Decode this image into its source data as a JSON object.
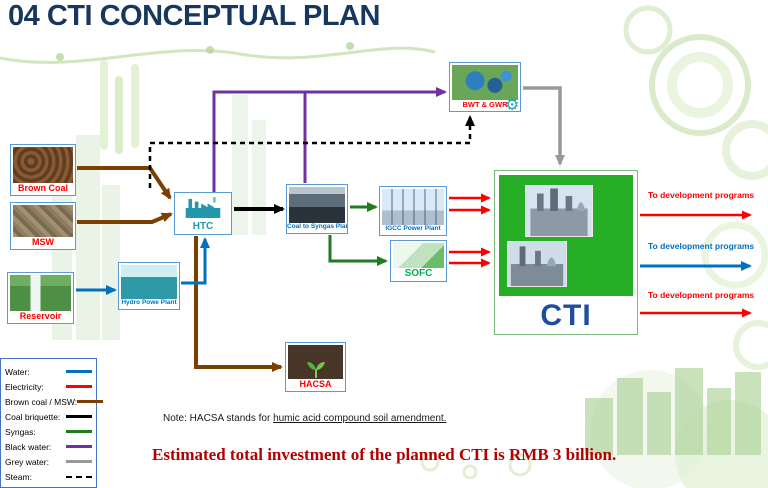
{
  "title": "04 CTI CONCEPTUAL PLAN",
  "nodes": {
    "brown_coal": {
      "label": "Brown Coal"
    },
    "msw": {
      "label": "MSW"
    },
    "reservoir": {
      "label": "Reservoir"
    },
    "hydro": {
      "label": "Hydro Powe Plant"
    },
    "htc": {
      "label": "HTC"
    },
    "coal_to_syngas": {
      "label": "Coal to Syngas Plant"
    },
    "igcc": {
      "label": "IGCC Power Plant"
    },
    "sofc": {
      "label": "SOFC"
    },
    "bwt_gwr": {
      "label": "BWT & GWR"
    },
    "hacsa": {
      "label": "HACSA"
    },
    "cti": {
      "label": "CTI"
    }
  },
  "outputs": [
    {
      "label": "To development  programs",
      "color": "#ff0000"
    },
    {
      "label": "To development  programs",
      "color": "#0070c0"
    },
    {
      "label": "To development  programs",
      "color": "#ff0000"
    }
  ],
  "legend": {
    "items": [
      {
        "label": "Water:",
        "color": "#0070c0",
        "dashed": false
      },
      {
        "label": "Electricity:",
        "color": "#ff0000",
        "dashed": false
      },
      {
        "label": "Brown coal / MSW:",
        "color": "#7b3f00",
        "dashed": false
      },
      {
        "label": "Coal briquette:",
        "color": "#000000",
        "dashed": false
      },
      {
        "label": "Syngas:",
        "color": "#1e7d1e",
        "dashed": false
      },
      {
        "label": "Black water:",
        "color": "#7030a0",
        "dashed": false
      },
      {
        "label": "Grey water:",
        "color": "#999999",
        "dashed": false
      },
      {
        "label": "Steam:",
        "color": "#000000",
        "dashed": true
      }
    ]
  },
  "note": {
    "prefix": "Note: HACSA stands for ",
    "phrase": "humic acid compound  soil amendment."
  },
  "footer": "Estimated total investment of the planned CTI  is RMB 3 billion."
}
